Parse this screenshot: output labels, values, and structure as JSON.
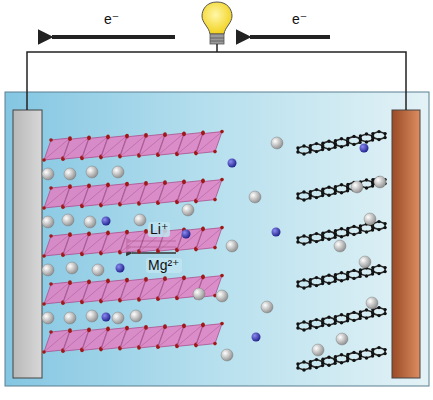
{
  "diagram": {
    "labels": [
      "e⁻",
      "e⁻",
      "Li⁺",
      "Mg²⁺"
    ]
  }
}
